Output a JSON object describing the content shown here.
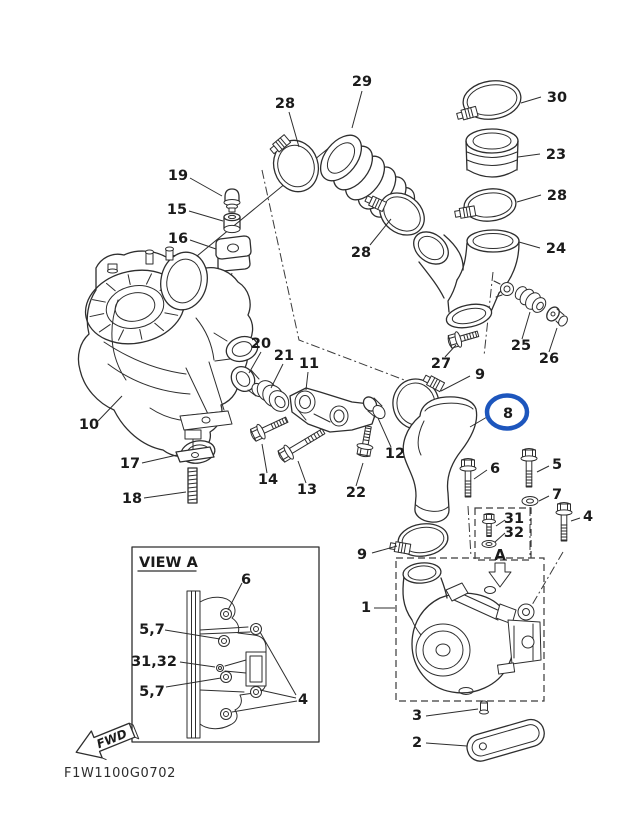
{
  "document": {
    "type": "exploded-parts-diagram",
    "drawing_code": "F1W1100G0702"
  },
  "colors": {
    "background": "#ffffff",
    "line": "#2e2e2e",
    "text": "#1b1b1b",
    "highlight": "#1d56bd"
  },
  "highlight": {
    "part_number": "8",
    "shape": "ellipse",
    "color": "#1d56bd"
  },
  "assembly_marker": {
    "label": "A"
  },
  "fwd_arrow": {
    "label": "FWD"
  },
  "footer": {
    "code": "F1W1100G0702"
  },
  "view_a": {
    "title": "VIEW A",
    "labels": [
      {
        "text": "6"
      },
      {
        "text": "5,7"
      },
      {
        "text": "31,32"
      },
      {
        "text": "5,7"
      },
      {
        "text": "4"
      }
    ]
  },
  "part_labels": [
    {
      "text": "28"
    },
    {
      "text": "29"
    },
    {
      "text": "30"
    },
    {
      "text": "23"
    },
    {
      "text": "28"
    },
    {
      "text": "24"
    },
    {
      "text": "19"
    },
    {
      "text": "15"
    },
    {
      "text": "16"
    },
    {
      "text": "28"
    },
    {
      "text": "27"
    },
    {
      "text": "9"
    },
    {
      "text": "25"
    },
    {
      "text": "26"
    },
    {
      "text": "20"
    },
    {
      "text": "21"
    },
    {
      "text": "11"
    },
    {
      "text": "8"
    },
    {
      "text": "10"
    },
    {
      "text": "12"
    },
    {
      "text": "14"
    },
    {
      "text": "13"
    },
    {
      "text": "22"
    },
    {
      "text": "17"
    },
    {
      "text": "18"
    },
    {
      "text": "6"
    },
    {
      "text": "5"
    },
    {
      "text": "7"
    },
    {
      "text": "4"
    },
    {
      "text": "31"
    },
    {
      "text": "32"
    },
    {
      "text": "9"
    },
    {
      "text": "1"
    },
    {
      "text": "3"
    },
    {
      "text": "2"
    }
  ]
}
